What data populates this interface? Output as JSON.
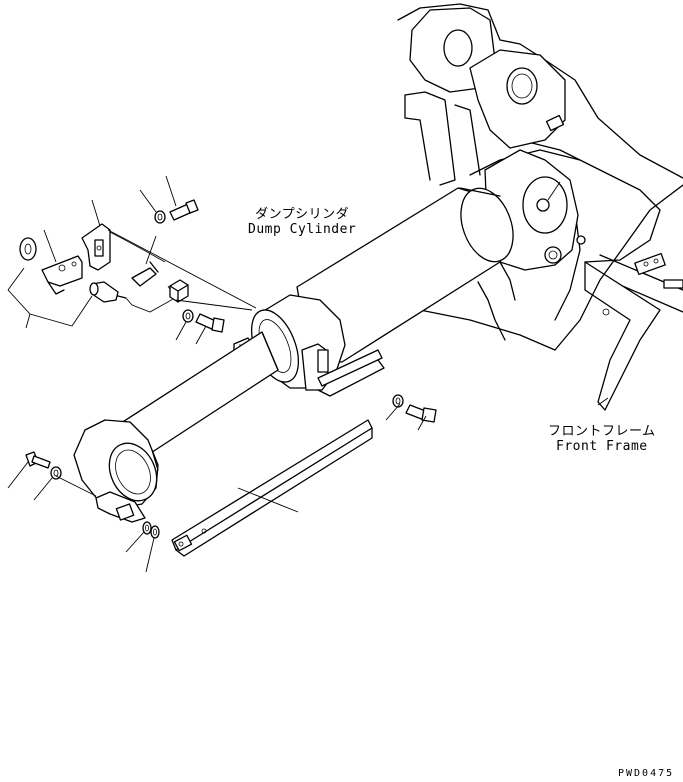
{
  "labels": {
    "dump_cylinder_jp": "ダンプシリンダ",
    "dump_cylinder_en": "Dump Cylinder",
    "front_frame_jp": "フロントフレーム",
    "front_frame_en": "Front Frame",
    "drawing_code": "PWD0475"
  }
}
